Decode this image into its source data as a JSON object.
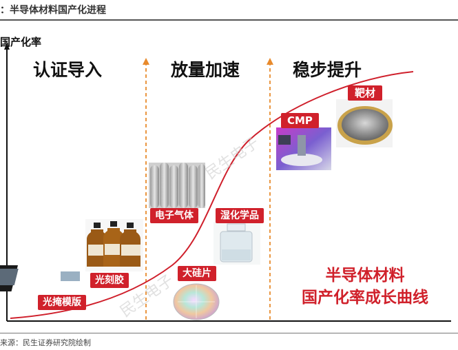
{
  "figure": {
    "title": "：半导体材料国产化进程",
    "source": "来源：民生证券研究院绘制"
  },
  "axis": {
    "y_label": "国产化率"
  },
  "phases": [
    {
      "label": "认证导入"
    },
    {
      "label": "放量加速"
    },
    {
      "label": "稳步提升"
    }
  ],
  "materials": [
    {
      "label": "光掩模版",
      "icon": "photomask-image"
    },
    {
      "label": "光刻胶",
      "icon": "photoresist-bottles-image"
    },
    {
      "label": "大硅片",
      "icon": "silicon-wafer-image"
    },
    {
      "label": "电子气体",
      "icon": "gas-cylinders-image"
    },
    {
      "label": "湿化学品",
      "icon": "chemical-bottle-image"
    },
    {
      "label": "CMP",
      "icon": "cmp-equipment-image"
    },
    {
      "label": "靶材",
      "icon": "sputtering-target-image"
    }
  ],
  "curve_caption": {
    "line1": "半导体材料",
    "line2": "国产化率成长曲线"
  },
  "watermark": "民生电子",
  "colors": {
    "accent_red": "#d0212b",
    "divider_orange": "#e88a2c"
  }
}
